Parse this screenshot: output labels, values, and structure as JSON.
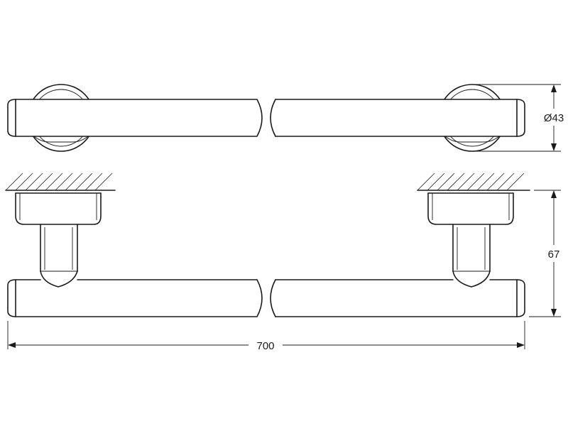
{
  "dimensions": {
    "diameter_label": "Ø43",
    "projection_label": "67",
    "length_label": "700"
  }
}
